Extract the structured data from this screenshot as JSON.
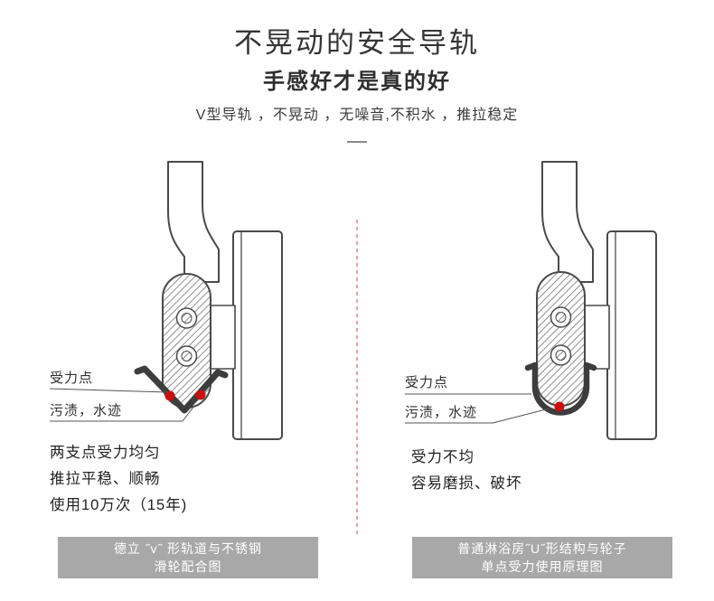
{
  "header": {
    "title": "不晃动的安全导轨",
    "subtitle": "手感好才是真的好",
    "description": "V型导轨 ，不晃动 ，无噪音,不积水 ，推拉稳定"
  },
  "left_panel": {
    "force_label": "受力点",
    "stain_label": "污渍，水迹",
    "caption_lines": [
      "两支点受力均匀",
      "推拉平稳、顺畅",
      "使用10万次（15年)"
    ],
    "box_lines": [
      "德立 ˝v˝ 形轨道与不锈钢",
      "滑轮配合图"
    ]
  },
  "right_panel": {
    "force_label": "受力点",
    "stain_label": "污渍，水迹",
    "caption_lines": [
      "受力不均",
      "容易磨损、破坏"
    ],
    "box_lines": [
      "普通淋浴房˝U˝形结构与轮子",
      "单点受力使用原理图"
    ]
  },
  "colors": {
    "outline": "#4a4a4a",
    "track": "#3d3d3d",
    "accent_red": "#cb0e0e",
    "divider_red": "#e06060",
    "box_bg": "#a8a8a8"
  }
}
